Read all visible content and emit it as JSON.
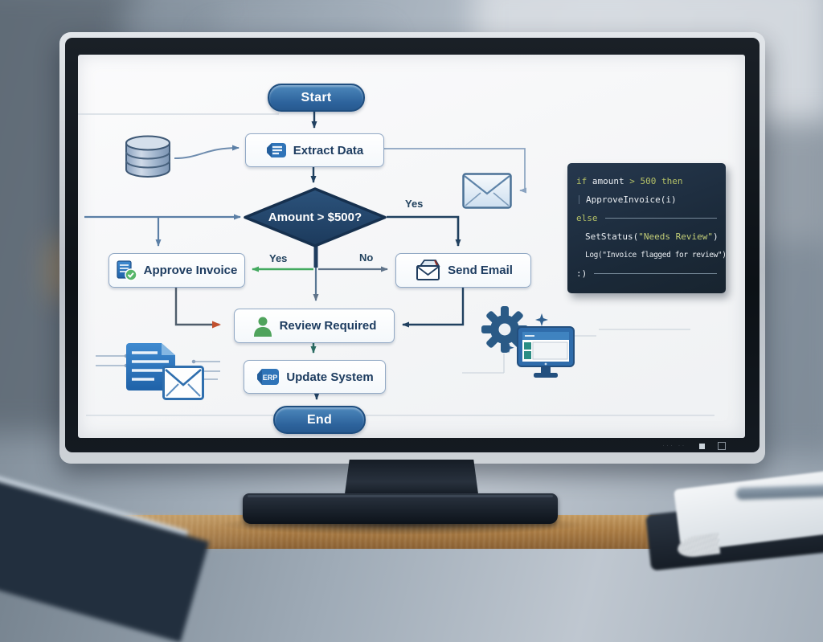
{
  "flowchart": {
    "start": "Start",
    "end": "End",
    "extract_data": "Extract Data",
    "decision": "Amount > $500?",
    "approve_invoice": "Approve Invoice",
    "send_email": "Send Email",
    "review_required": "Review Required",
    "update_system": "Update System",
    "erp_tag": "ERP",
    "label_yes_right": "Yes",
    "label_yes_left": "Yes",
    "label_no": "No"
  },
  "code_panel": {
    "l1_if": "if",
    "l1_var": " amount ",
    "l1_cmp": "> 500 ",
    "l1_then": "then",
    "l2": "ApproveInvoice(i)",
    "l3": "else",
    "l4_fn": "SetStatus(",
    "l4_str": "\"Needs Review\"",
    "l4_close": ")",
    "l5": "Log(\"Invoice flagged for review\")",
    "l6": ":)"
  },
  "colors": {
    "pill_blue": "#2d639c",
    "diamond_navy": "#1f3f63",
    "yes_green": "#43a95f",
    "no_gray": "#5f7389",
    "alert_red": "#c1502e",
    "code_bg": "#1b2a3a",
    "code_keyword": "#b4c167",
    "box_border": "#92a9c5"
  }
}
